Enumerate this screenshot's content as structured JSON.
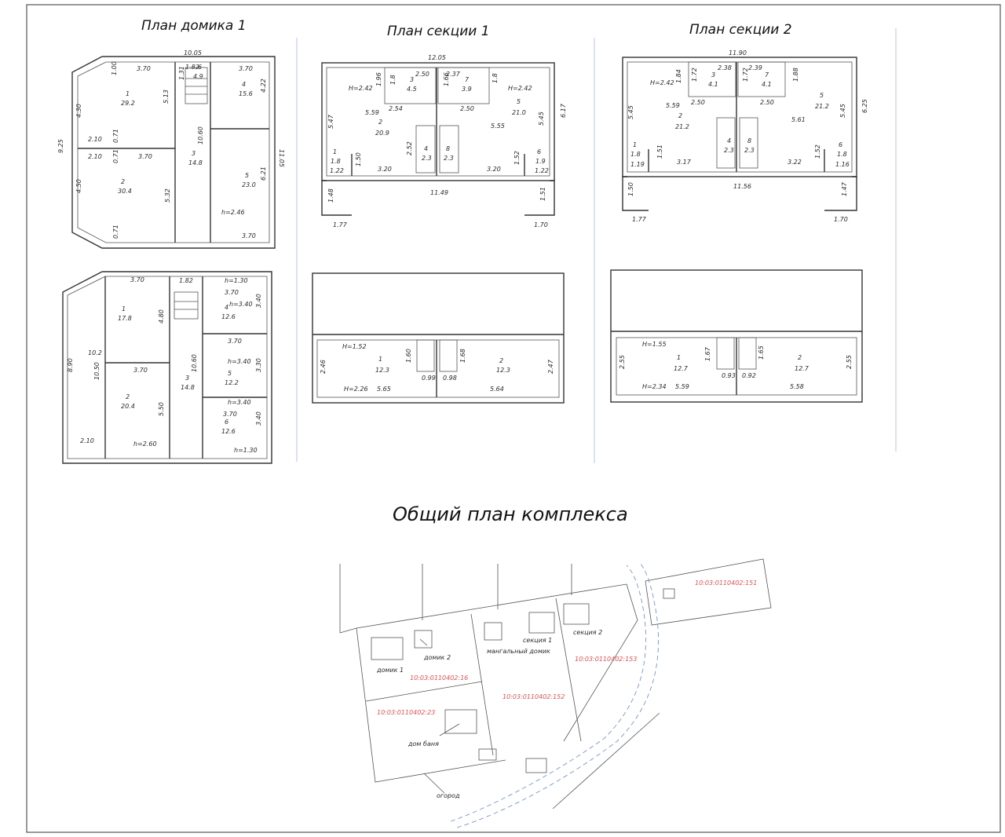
{
  "titles": {
    "house1": "План домика 1",
    "section1": "План секции 1",
    "section2": "План секции 2",
    "complex": "Общий план комплекса"
  },
  "house1_floor1": {
    "dims": [
      "10.05",
      "9.25",
      "11.05",
      "1.82",
      "6.21",
      "5.13",
      "5.32",
      "10.60",
      "4.30",
      "4.50",
      "1.31",
      "0.71",
      "0.71",
      "0.71",
      "1.00",
      "4.22"
    ],
    "rooms": [
      {
        "n": "1",
        "area": "29.2",
        "w": "3.70"
      },
      {
        "n": "2",
        "area": "30.4",
        "w": "3.70"
      },
      {
        "n": "3",
        "area": "14.8"
      },
      {
        "n": "4",
        "area": "15.6",
        "w": "3.70"
      },
      {
        "n": "5",
        "area": "23.0",
        "w": "3.70"
      },
      {
        "n": "6",
        "area": "4.9"
      }
    ],
    "extra": [
      "2.10",
      "2.10",
      "h=2.46"
    ]
  },
  "house1_floor2": {
    "dims": [
      "8.90",
      "10.2",
      "10.50",
      "4.80",
      "5.50",
      "10.60",
      "1.82",
      "3.40",
      "3.30",
      "3.40",
      "2.10"
    ],
    "rooms": [
      {
        "n": "1",
        "area": "17.8",
        "w": "3.70"
      },
      {
        "n": "2",
        "area": "20.4",
        "w": "3.70"
      },
      {
        "n": "3",
        "area": "14.8"
      },
      {
        "n": "4",
        "area": "12.6",
        "w": "3.70"
      },
      {
        "n": "5",
        "area": "12.2",
        "w": "3.70"
      },
      {
        "n": "6",
        "area": "12.6",
        "w": "3.70"
      }
    ],
    "heights": [
      "h=1.30",
      "h=3.40",
      "h=3.40",
      "h=3.40",
      "h=1.30",
      "h=2.60"
    ]
  },
  "section1_floor1": {
    "dims": [
      "12.05",
      "6.17",
      "11.49",
      "1.77",
      "1.70",
      "5.47",
      "5.45",
      "1.48",
      "1.51",
      "5.59",
      "5.55",
      "2.54",
      "2.50",
      "2.52",
      "1.50",
      "1.52",
      "1.22",
      "1.22",
      "3.20",
      "3.20",
      "1.96",
      "1.8",
      "1.66",
      "1.8",
      "2.50",
      "2.37",
      "H=2.42",
      "H=2.42"
    ],
    "rooms": [
      {
        "n": "1",
        "area": "1.8"
      },
      {
        "n": "2",
        "area": "20.9"
      },
      {
        "n": "3",
        "area": "4.5"
      },
      {
        "n": "4",
        "area": "2.3"
      },
      {
        "n": "5",
        "area": "21.0"
      },
      {
        "n": "6",
        "area": "1.9"
      },
      {
        "n": "7",
        "area": "3.9"
      },
      {
        "n": "8",
        "area": "2.3"
      }
    ]
  },
  "section1_floor2": {
    "dims": [
      "H=1.52",
      "2.46",
      "1.60",
      "0.99",
      "1.68",
      "0.98",
      "2.47",
      "H=2.26",
      "5.65",
      "5.64"
    ],
    "rooms": [
      {
        "n": "1",
        "area": "12.3"
      },
      {
        "n": "2",
        "area": "12.3"
      }
    ]
  },
  "section2_floor1": {
    "dims": [
      "11.90",
      "6.25",
      "11.56",
      "1.77",
      "1.70",
      "5.45",
      "5.45",
      "1.50",
      "1.47",
      "5.59",
      "5.61",
      "2.50",
      "2.50",
      "1.51",
      "1.52",
      "1.19",
      "1.16",
      "3.17",
      "3.22",
      "1.84",
      "1.72",
      "1.72",
      "1.88",
      "2.38",
      "2.39",
      "H=2.42"
    ],
    "rooms": [
      {
        "n": "1",
        "area": "1.8"
      },
      {
        "n": "2",
        "area": "21.2"
      },
      {
        "n": "3",
        "area": "4.1"
      },
      {
        "n": "4",
        "area": "2.3"
      },
      {
        "n": "5",
        "area": "21.2"
      },
      {
        "n": "6",
        "area": "1.8"
      },
      {
        "n": "7",
        "area": "4.1"
      },
      {
        "n": "8",
        "area": "2.3"
      }
    ]
  },
  "section2_floor2": {
    "dims": [
      "H=1.55",
      "2.55",
      "1.67",
      "0.93",
      "1.65",
      "0.92",
      "2.55",
      "H=2.34",
      "5.59",
      "5.58"
    ],
    "rooms": [
      {
        "n": "1",
        "area": "12.7"
      },
      {
        "n": "2",
        "area": "12.7"
      }
    ]
  },
  "site_plan": {
    "buildings": [
      "домик 1",
      "домик 2",
      "мангальный домик",
      "секция 1",
      "секция 2",
      "дом баня",
      "огород"
    ],
    "parcels": [
      "10:03:0110402:151",
      "10:03:0110402:16",
      "10:03:0110402:153",
      "10:03:0110402:152",
      "10:03:0110402:23"
    ]
  },
  "colors": {
    "line": "#333333",
    "road": "#7b94c8",
    "cadastral": "#e05050",
    "frame": "#b8c4e0"
  }
}
